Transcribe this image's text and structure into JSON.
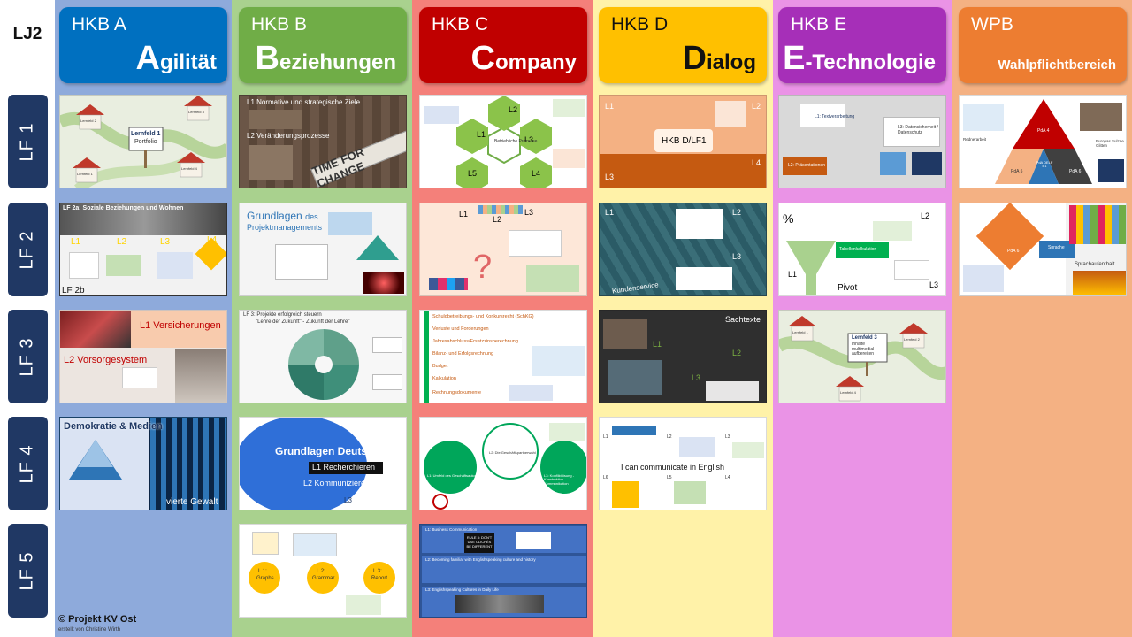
{
  "grid_label": "LJ2",
  "columns": [
    {
      "code": "HKB A",
      "name_initial": "A",
      "name_rest": "gilität",
      "color": "#0070c0"
    },
    {
      "code": "HKB B",
      "name_initial": "B",
      "name_rest": "eziehungen",
      "color": "#70ad47"
    },
    {
      "code": "HKB C",
      "name_initial": "C",
      "name_rest": "ompany",
      "color": "#c00000"
    },
    {
      "code": "HKB D",
      "name_initial": "D",
      "name_rest": "ialog",
      "color": "#ffc000"
    },
    {
      "code": "HKB E",
      "name_initial": "E",
      "name_rest": "-Technologie",
      "color": "#a62fb8"
    },
    {
      "code": "WPB",
      "name": "Wahlpflichtbereich",
      "color": "#ed7d31"
    }
  ],
  "rows": [
    "LF 1",
    "LF 2",
    "LF 3",
    "LF 4",
    "LF 5"
  ],
  "cells": {
    "a1": {
      "title": "Lernfeld 1",
      "sub": "Portfolio",
      "l1": "Lernfeld 1",
      "l2": "Lernfeld 2",
      "l3": "Lernfeld 3",
      "l4": "Lernfeld 4"
    },
    "a2": {
      "title": "LF 2a: Soziale Beziehungen und Wohnen",
      "l1": "L1",
      "l2": "L2",
      "l3": "L3",
      "l4": "L4",
      "footer": "LF 2b"
    },
    "a3": {
      "l1": "L1 Versicherungen",
      "l2": "L2 Vorsorgesystem"
    },
    "a4": {
      "title": "Demokratie & Medien",
      "footer": "vierte Gewalt"
    },
    "b1": {
      "l1": "L1 Normative und strategische Ziele",
      "l2": "L2 Veränderungsprozesse",
      "sign": "TIME FOR CHANGE"
    },
    "b2": {
      "title": "Grundlagen",
      "title2": "des",
      "title3": "Projektmanagements"
    },
    "b3": {
      "title": "LF 3:  Projekte erfolgreich steuern",
      "sub": "\"Lehre der Zukunft\" - Zukunft der Lehre\""
    },
    "b4": {
      "title": "Grundlagen Deutsch",
      "l1": "L1 Recherchieren",
      "l2": "L2 Kommunizieren/",
      "l3": "L3"
    },
    "b5": {
      "l1": "L 1:",
      "l1b": "Graphs",
      "l2": "L 2:",
      "l2b": "Grammar",
      "l3": "L 3:",
      "l3b": "Report"
    },
    "c1": {
      "l1": "L1",
      "l2": "L2",
      "l3": "L3",
      "l4": "L4",
      "l5": "L5",
      "center": "Betriebliche Prozesse"
    },
    "c2": {
      "l1": "L1",
      "l2": "L2",
      "l3": "L3"
    },
    "c3": {
      "items": [
        "Schuldbetreibungs- und Konkursrecht (SchKG)",
        "Verluste und Forderungen",
        "Jahresabschluss/Ersatzzinsberechnung",
        "Bilanz- und Erfolgsrechnung",
        "Budget",
        "Kalkulation",
        "Rechnungsdokumente"
      ]
    },
    "c4": {
      "l1": "L1: Umfeld des Geschäftsaukommens",
      "l2": "L2: Die Geschäftspartnerwahl",
      "l3": "L3: Konfliktlösung - Konstruktive Kommunikation"
    },
    "c5": {
      "l1": "L1: Business Communication",
      "l2": "L2: Becoming familiar with Englishspeaking culture and history",
      "l3": "L3: Englishspeaking Cultures in Daily Life",
      "rule": "RULE 3: DON'T USE CLICHÉS BE DIFFERENT"
    },
    "d1": {
      "l1": "L1",
      "l2": "L2",
      "l3": "L3",
      "l4": "L4",
      "center": "HKB D/LF1"
    },
    "d2": {
      "l1": "L1",
      "l2": "L2",
      "l3": "L3",
      "sign": "Kundenservice"
    },
    "d3": {
      "title": "Sachtexte",
      "l1": "L1",
      "l2": "L2",
      "l3": "L3"
    },
    "d4": {
      "title": "I can communicate in English",
      "l1": "L1",
      "l2": "L2",
      "l3": "L3",
      "l4": "L4",
      "l5": "L5",
      "l6": "L6"
    },
    "e1": {
      "l1": "L1: Textverarbeitung",
      "l2": "L2: Präsentationen",
      "l3": "L3: Datensicherheit / Datenschutz"
    },
    "e2": {
      "l1": "L1",
      "l2": "L2",
      "l3": "L3",
      "center": "Tabellenkalkulation",
      "pivot": "Pivot"
    },
    "e3": {
      "title": "Lernfeld 3",
      "sub": "Inhalte multimedial aufbereiten",
      "l1": "Lernfeld 1",
      "l2": "Lernfeld 2",
      "l3": "Lernfeld 4"
    },
    "w1": {
      "p1": "PdA 4",
      "p2": "PdA 5",
      "p3": "PdA 6",
      "center": "PdA DELF B1",
      "l1": "Rednerarbeit",
      "l2": "Europas Sulzne Glitten"
    },
    "w2": {
      "l1": "PdA 6",
      "l2": "Sprache",
      "l3": "Sprachaufenthalt"
    }
  },
  "footer": {
    "copyright": "© Projekt KV Ost",
    "author": "erstellt von Christine Wirth"
  }
}
